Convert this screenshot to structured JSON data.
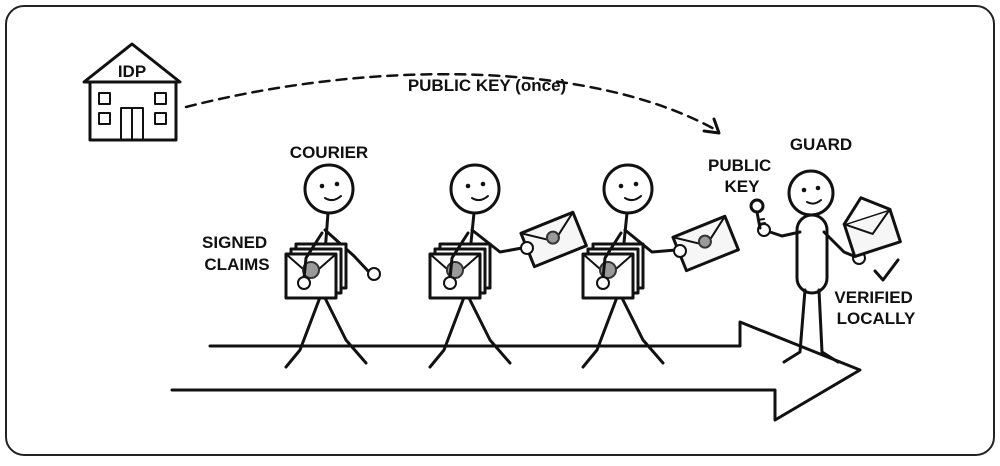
{
  "labels": {
    "idp": "IDP",
    "public_key_once": "PUBLIC KEY (once)",
    "courier": "COURIER",
    "signed_claims_line1": "SIGNED",
    "signed_claims_line2": "CLAIMS",
    "guard": "GUARD",
    "public_key_line1": "PUBLIC",
    "public_key_line2": "KEY",
    "verified_line1": "VERIFIED",
    "verified_line2": "LOCALLY"
  },
  "icons": {
    "building": "building-icon",
    "key": "key-icon",
    "envelope": "envelope-icon",
    "check": "check-icon"
  },
  "colors": {
    "ink": "#111111",
    "background": "#ffffff",
    "seal": "#9a9a9a",
    "paper": "#f6f6f6"
  }
}
